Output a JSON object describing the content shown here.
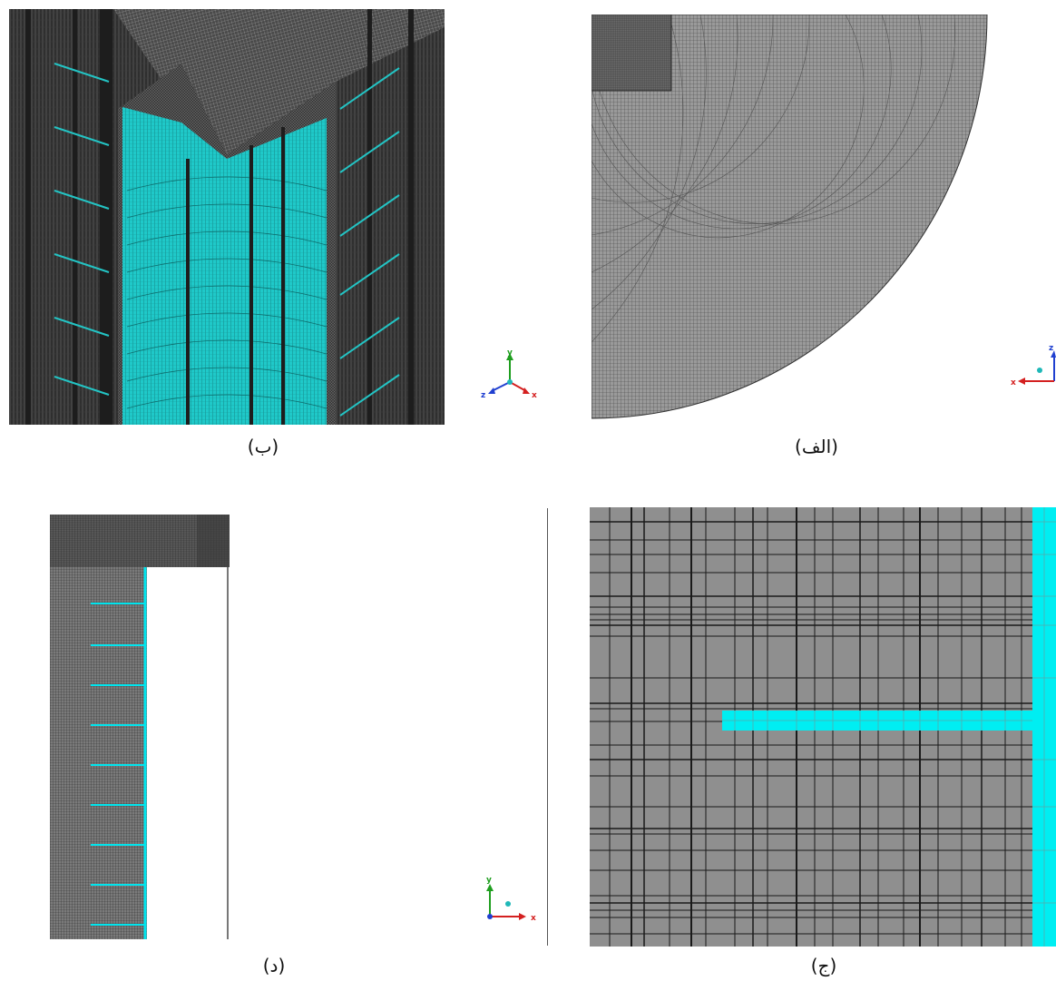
{
  "captions": {
    "a": "(الف)",
    "b": "(ب)",
    "c": "(ج)",
    "d": "(د)"
  },
  "axes": {
    "x": "x",
    "y": "y",
    "z": "z"
  },
  "colors": {
    "mesh_dark": "#2b2b2b",
    "mesh_gray": "#8f8f8f",
    "highlight": "#00e5ee",
    "highlight_dim": "#1fb8b8",
    "axis_x": "#d42020",
    "axis_y": "#1f9e1f",
    "axis_z": "#2040d0"
  }
}
